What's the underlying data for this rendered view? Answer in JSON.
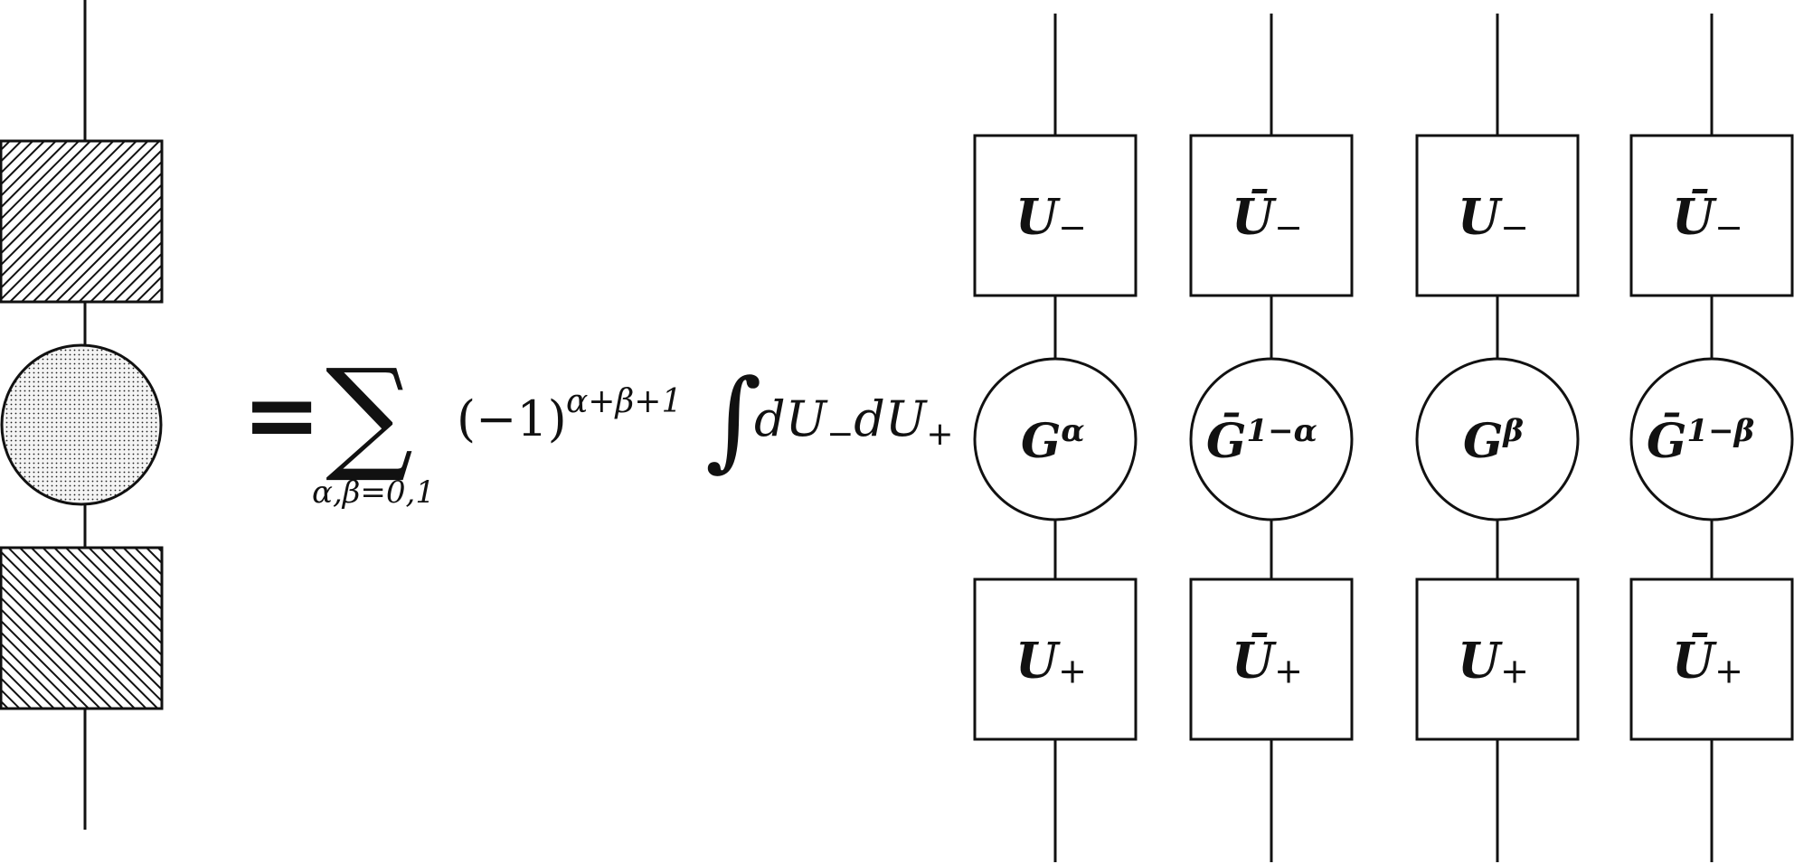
{
  "lhs": {
    "top_box": "hatched-forward",
    "middle_node": "dotted",
    "bottom_box": "hatched-backward"
  },
  "equation": {
    "equals": "=",
    "sum_symbol": "∑",
    "sum_index": "α,β=0,1",
    "sign_base": "(−1)",
    "sign_exponent": "α+β+1",
    "integral": "∫",
    "measure": "dU",
    "measure_sub_1": "−",
    "measure_sub_2": "+"
  },
  "columns": [
    {
      "top": {
        "base": "U",
        "sub": "−"
      },
      "middle": {
        "base": "G",
        "sup": "α"
      },
      "bottom": {
        "base": "U",
        "sub": "+"
      }
    },
    {
      "top": {
        "base": "Ū",
        "sub": "−"
      },
      "middle": {
        "base": "Ḡ",
        "sup": "1−α"
      },
      "bottom": {
        "base": "Ū",
        "sub": "+"
      }
    },
    {
      "top": {
        "base": "U",
        "sub": "−"
      },
      "middle": {
        "base": "G",
        "sup": "β"
      },
      "bottom": {
        "base": "U",
        "sub": "+"
      }
    },
    {
      "top": {
        "base": "Ū",
        "sub": "−"
      },
      "middle": {
        "base": "Ḡ",
        "sup": "1−β"
      },
      "bottom": {
        "base": "Ū",
        "sub": "+"
      }
    }
  ]
}
